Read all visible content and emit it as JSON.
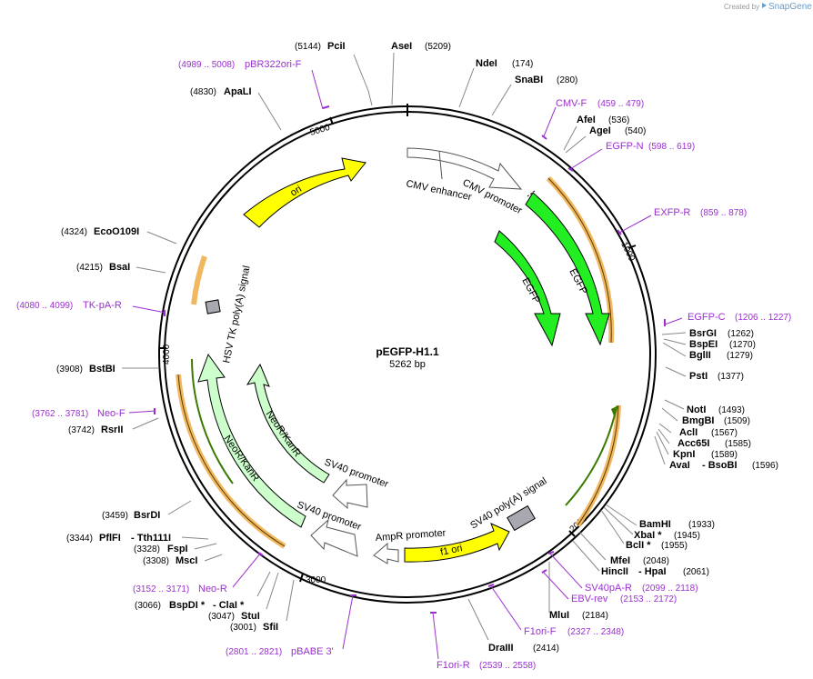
{
  "branding": {
    "created_by": "Created by",
    "app": "SnapGene"
  },
  "plasmid": {
    "name": "pEGFP-H1.1",
    "size_label": "5262 bp"
  },
  "ruler_ticks": [
    "1000",
    "2000",
    "3000",
    "4000",
    "5000"
  ],
  "enzymes": [
    {
      "name": "PciI",
      "pos": "(5144)"
    },
    {
      "name": "AseI",
      "pos": "(5209)"
    },
    {
      "name": "NdeI",
      "pos": "(174)"
    },
    {
      "name": "SnaBI",
      "pos": "(280)"
    },
    {
      "name": "AfeI",
      "pos": "(536)"
    },
    {
      "name": "AgeI",
      "pos": "(540)"
    },
    {
      "name": "BsrGI",
      "pos": "(1262)"
    },
    {
      "name": "BspEI",
      "pos": "(1270)"
    },
    {
      "name": "BglII",
      "pos": "(1279)"
    },
    {
      "name": "PstI",
      "pos": "(1377)"
    },
    {
      "name": "NotI",
      "pos": "(1493)"
    },
    {
      "name": "BmgBI",
      "pos": "(1509)"
    },
    {
      "name": "AclI",
      "pos": "(1567)"
    },
    {
      "name": "Acc65I",
      "pos": "(1585)"
    },
    {
      "name": "KpnI",
      "pos": "(1589)"
    },
    {
      "name": "AvaI",
      "pos": ""
    },
    {
      "name": "- BsoBI",
      "pos": "(1596)"
    },
    {
      "name": "BamHI",
      "pos": "(1933)"
    },
    {
      "name": "XbaI *",
      "pos": "(1945)"
    },
    {
      "name": "BclI *",
      "pos": "(1955)"
    },
    {
      "name": "MfeI",
      "pos": "(2048)"
    },
    {
      "name": "HincII",
      "pos": ""
    },
    {
      "name": "- HpaI",
      "pos": "(2061)"
    },
    {
      "name": "MluI",
      "pos": "(2184)"
    },
    {
      "name": "DraIII",
      "pos": "(2414)"
    },
    {
      "name": "SfiI",
      "pos": "(3001)"
    },
    {
      "name": "StuI",
      "pos": "(3047)"
    },
    {
      "name": "BspDI *",
      "pos": "(3066)"
    },
    {
      "name": "- ClaI *",
      "pos": ""
    },
    {
      "name": "MscI",
      "pos": "(3308)"
    },
    {
      "name": "FspI",
      "pos": "(3328)"
    },
    {
      "name": "PflFI",
      "pos": "(3344)"
    },
    {
      "name": "- Tth111I",
      "pos": ""
    },
    {
      "name": "BsrDI",
      "pos": "(3459)"
    },
    {
      "name": "RsrII",
      "pos": "(3742)"
    },
    {
      "name": "BstBI",
      "pos": "(3908)"
    },
    {
      "name": "BsaI",
      "pos": "(4215)"
    },
    {
      "name": "EcoO109I",
      "pos": "(4324)"
    },
    {
      "name": "ApaLI",
      "pos": "(4830)"
    }
  ],
  "primers": [
    {
      "name": "pBR322ori-F",
      "range": "(4989 .. 5008)"
    },
    {
      "name": "CMV-F",
      "range": "(459 .. 479)"
    },
    {
      "name": "EGFP-N",
      "range": "(598 .. 619)"
    },
    {
      "name": "EXFP-R",
      "range": "(859 .. 878)"
    },
    {
      "name": "EGFP-C",
      "range": "(1206 .. 1227)"
    },
    {
      "name": "SV40pA-R",
      "range": "(2099 .. 2118)"
    },
    {
      "name": "EBV-rev",
      "range": "(2153 .. 2172)"
    },
    {
      "name": "F1ori-F",
      "range": "(2327 .. 2348)"
    },
    {
      "name": "F1ori-R",
      "range": "(2539 .. 2558)"
    },
    {
      "name": "pBABE 3'",
      "range": "(2801 .. 2821)"
    },
    {
      "name": "Neo-R",
      "range": "(3152 .. 3171)"
    },
    {
      "name": "Neo-F",
      "range": "(3762 .. 3781)"
    },
    {
      "name": "TK-pA-R",
      "range": "(4080 .. 4099)"
    }
  ],
  "features": {
    "cmv_enhancer": "CMV enhancer",
    "cmv_promoter": "CMV promoter",
    "egfp_outer": "EGFP",
    "egfp_inner": "EGFP",
    "ori": "ori",
    "hsv_tk": "HSV TK poly(A) signal",
    "neo_outer": "NeoR/KanR",
    "neo_inner": "NeoR/KanR",
    "sv40_promoter_a": "SV40 promoter",
    "sv40_promoter_b": "SV40 promoter",
    "ampr_promoter": "AmpR promoter",
    "f1_ori": "f1 ori",
    "sv40_polya": "SV40 poly(A) signal"
  },
  "colors": {
    "egfp": "#22ee22",
    "ori": "#ffff00",
    "neo": "#ccffcc",
    "orf": "#f0b860",
    "primer": "#9b30d0",
    "terminator": "#a8a8b0"
  }
}
